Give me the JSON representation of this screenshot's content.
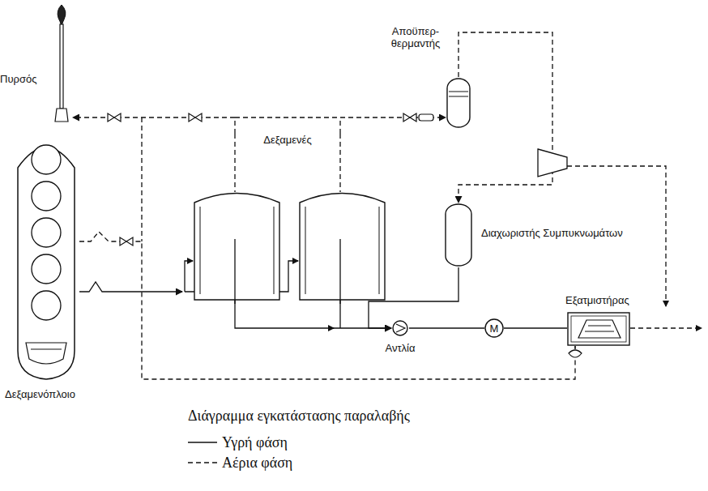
{
  "diagram": {
    "caption": "Διάγραμμα εγκατάστασης παραλαβής",
    "nodes": [
      {
        "text": [
          "Πυρσός"
        ]
      },
      {
        "text": [
          "Δεξαμενόπλοιο"
        ]
      },
      {
        "text": [
          "Δεξαμενές"
        ]
      },
      {
        "text": [
          "Αποϋπερ- θερμαντής"
        ]
      },
      {
        "text": [
          "Διαχωριστής Συμπυκνωμάτων"
        ]
      },
      {
        "text": [
          "Αντλία"
        ]
      },
      {
        "text": [
          "M"
        ]
      },
      {
        "text": [
          "Εξατμιστήρας"
        ]
      }
    ],
    "edges": [
      {
        "from": 2,
        "to": 0,
        "arrow": "to"
      },
      {
        "from": 2,
        "to": 3,
        "arrow": "to"
      },
      {
        "from": 1,
        "to": 2,
        "arrow": "to"
      },
      {
        "from": 2,
        "to": 5,
        "arrow": "to"
      },
      {
        "from": 3,
        "to": 4,
        "arrow": "to"
      },
      {
        "from": 4,
        "to": 5,
        "arrow": "to"
      },
      {
        "from": 5,
        "to": 6,
        "arrow": "none"
      },
      {
        "from": 6,
        "to": 7,
        "arrow": "none"
      },
      {
        "from": 1,
        "to": 7,
        "arrow": "none"
      }
    ],
    "legend": [
      {
        "text": "Υγρή φάση"
      },
      {
        "text": "Αέρια φάση"
      }
    ]
  }
}
